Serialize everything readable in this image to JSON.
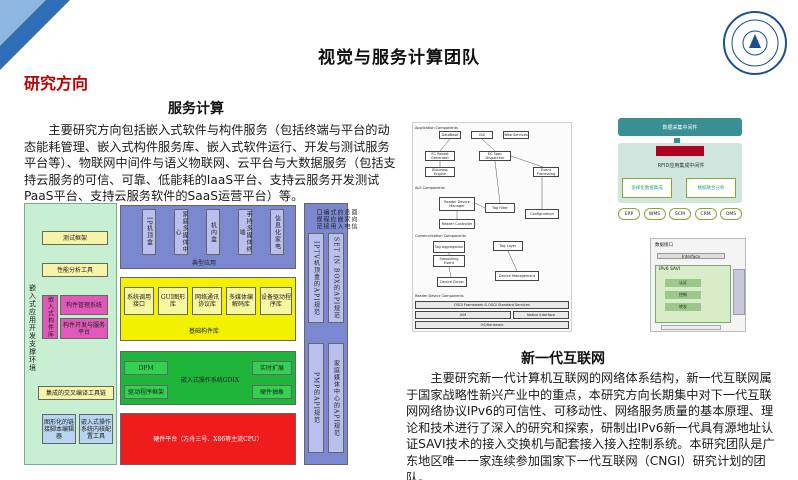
{
  "page": {
    "title": "视觉与服务计算团队"
  },
  "section": {
    "heading": "研究方向"
  },
  "left": {
    "subtitle": "服务计算",
    "paragraph": "主要研究方向包括嵌入式软件与构件服务（包括终端与平台的动态能耗管理、嵌入式构件服务库、嵌入式软件运行、开发与测试服务平台等）、物联网中间件与语义物联网、云平台与大数据服务（包括支持云服务的可信、可靠、低能耗的IaaS平台、支持云服务开发测试PaaS平台、支持云服务软件的SaaS运营平台）等。"
  },
  "right": {
    "subtitle": "新一代互联网",
    "paragraph": "主要研究新一代计算机互联网的网络体系结构，新一代互联网属于国家战略性新兴产业中的重点，本研究方向长期集中对下一代互联网网络协议IPv6的可信性、可移动性、网络服务质量的基本原理、理论和技术进行了深入的研究和探索，研制出IPv6新一代具有源地址认证SAVI技术的接入交换机与配套接入接入控制系统。本研究团队是广东地区唯一一家连续参加国家下一代互联网（CNGI）研究计划的团队。"
  },
  "arch": {
    "left_col": "嵌入式应用开发支撑环境",
    "left_items": [
      "测试框架",
      "性能分析工具",
      "嵌入式构件库",
      "构件管理系统",
      "构件开发与服务平台",
      "集成的交叉编译工具链",
      "图形化的链接脚本编辑器",
      "嵌入式操作系统内核配置工具"
    ],
    "apps": [
      "IP机顶盒",
      "家庭多媒体中心",
      "机内盒",
      "手持多媒体终端",
      "信息化家电"
    ],
    "apps_label": "典型应用",
    "libs": [
      "系统调用接口",
      "GUI图形库",
      "网络通讯协议库",
      "多媒体编解码库",
      "设备驱动程序库"
    ],
    "libs_label": "基础构件库",
    "os": [
      "DPM",
      "嵌入式操作系统GDIX",
      "实时扩展",
      "驱动程序框架",
      "硬件抽象"
    ],
    "hw": "硬件平台（方舟三号、X86等主流CPU）",
    "right_cols": [
      "IPTV机顶盒的API规范",
      "SET IN BOX的API规范",
      "面向信息家电的嵌入式应用编程接口规范",
      "PMP的API规范",
      "家庭媒体中心的API规范"
    ]
  },
  "fig2": {
    "title": "Application Components",
    "items": [
      "DataBase",
      "GUI",
      "Web Services",
      "EC Report Generator",
      "EC Spec Dispatcher",
      "Event Processing",
      "Business Engine",
      "Reader Device Manager",
      "Configuration",
      "Tag Filter",
      "Reader Controller",
      "Tag Aggregation",
      "Smoothing Event",
      "Device Management",
      "Device Driver",
      "Tag Layer"
    ],
    "layers": [
      "ALE Components",
      "Communication Components",
      "Reader Device Components",
      "OSGi Framework & OSGi Standard Services",
      "JVM",
      "Native Interface",
      "OS/Hardware"
    ]
  },
  "fig3": {
    "top": "数据采集中间件",
    "middle": "RFID应用集成中间件",
    "nodes": [
      "多样化数据集成",
      "数据融合分析"
    ],
    "chips": [
      "ERP",
      "WMS",
      "SCM",
      "CRM",
      "OMS"
    ]
  },
  "fig4": {
    "label": "IPv6 SAVI",
    "rows": [
      "数据接口",
      "Interface",
      "认证",
      "控制",
      "转发"
    ]
  }
}
